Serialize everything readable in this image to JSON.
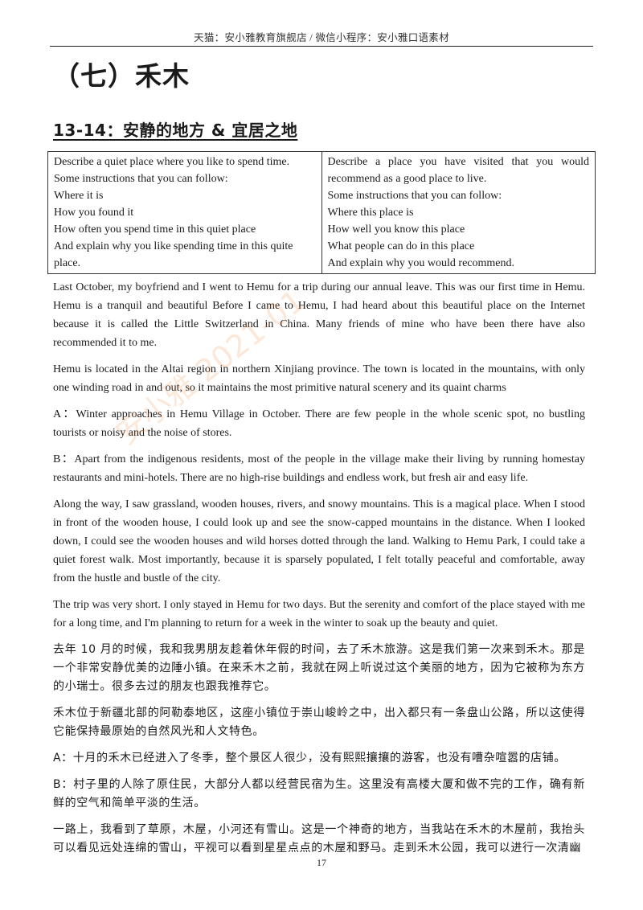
{
  "header": {
    "text": "天猫：安小雅教育旗舰店   /   微信小程序：安小雅口语素材"
  },
  "chapter_title": "（七）禾木",
  "section_title": "13-14：安静的地方 & 宜居之地",
  "prompt_table": {
    "left": [
      "Describe a quiet place where you like to spend time.",
      "Some instructions that you can follow:",
      "Where it is",
      "How you found it",
      "How often you spend time in this quiet place",
      "And explain why you like spending time in this quite place."
    ],
    "right": [
      "Describe a place you have visited that you would recommend as a good place to live.",
      "Some instructions that you can follow:",
      "Where this place is",
      "How well you know this place",
      "What people can do in this place",
      "And explain why you would recommend."
    ]
  },
  "paragraphs_en": [
    "Last October, my boyfriend and I went to Hemu for a trip during our annual leave. This was our first time in Hemu. Hemu is a tranquil and beautiful Before I came to Hemu, I had heard about this beautiful place on the Internet because it is called the Little Switzerland in China. Many friends of mine who have been there have also recommended it to me.",
    "Hemu is located in the Altai region in northern Xinjiang province. The town is located in the mountains, with only one winding road in and out, so it maintains the most primitive natural scenery and its quaint charms",
    "A：Winter approaches in Hemu Village in October. There are few people in the whole scenic spot, no bustling tourists or noisy and the noise of stores.",
    "B：Apart from the indigenous residents, most of the people in the village make their living by running homestay restaurants and mini-hotels. There are no high-rise buildings and endless work, but fresh air and easy life.",
    "Along the way, I saw grassland, wooden houses, rivers, and snowy mountains. This is a magical place. When I stood in front of the wooden house, I could look up and see the snow-capped mountains in the distance. When I looked down, I could see the wooden houses and wild horses dotted through the land. Walking to Hemu Park, I could take a quiet forest walk. Most importantly, because it is sparsely populated, I felt totally peaceful and comfortable, away from the hustle and bustle of the city.",
    "The trip was very short. I only stayed in Hemu for two days. But the serenity and comfort of the place stayed with me for a long time, and I'm planning to return for a week in the winter to soak up the beauty and quiet."
  ],
  "paragraphs_zh": [
    "去年 10 月的时候，我和我男朋友趁着休年假的时间，去了禾木旅游。这是我们第一次来到禾木。那是一个非常安静优美的边陲小镇。在来禾木之前，我就在网上听说过这个美丽的地方，因为它被称为东方的小瑞士。很多去过的朋友也跟我推荐它。",
    "禾木位于新疆北部的阿勒泰地区，这座小镇位于崇山峻岭之中，出入都只有一条盘山公路，所以这使得它能保持最原始的自然风光和人文特色。",
    "A：十月的禾木已经进入了冬季，整个景区人很少，没有熙熙攘攘的游客，也没有嘈杂喧嚣的店铺。",
    "B：村子里的人除了原住民，大部分人都以经营民宿为生。这里没有高楼大厦和做不完的工作，确有新鲜的空气和简单平淡的生活。",
    "一路上，我看到了草原，木屋，小河还有雪山。这是一个神奇的地方，当我站在禾木的木屋前，我抬头可以看见远处连绵的雪山，平视可以看到星星点点的木屋和野马。走到禾木公园，我可以进行一次清幽"
  ],
  "watermark": "安小雅 2021-01",
  "page_number": "17"
}
